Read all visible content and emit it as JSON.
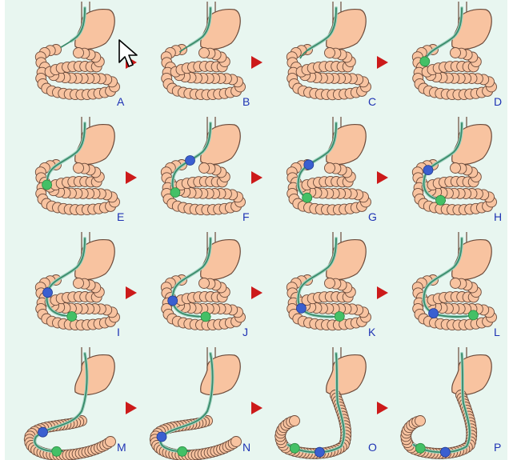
{
  "sequence": {
    "frames": [
      {
        "label": "A",
        "stage": 0
      },
      {
        "label": "B",
        "stage": 1
      },
      {
        "label": "C",
        "stage": 2
      },
      {
        "label": "D",
        "stage": 3
      },
      {
        "label": "E",
        "stage": 4
      },
      {
        "label": "F",
        "stage": 5
      },
      {
        "label": "G",
        "stage": 6
      },
      {
        "label": "H",
        "stage": 7
      },
      {
        "label": "I",
        "stage": 8
      },
      {
        "label": "J",
        "stage": 9
      },
      {
        "label": "K",
        "stage": 10
      },
      {
        "label": "L",
        "stage": 11
      },
      {
        "label": "M",
        "stage": 12
      },
      {
        "label": "N",
        "stage": 13
      },
      {
        "label": "O",
        "stage": 14
      },
      {
        "label": "P",
        "stage": 15
      }
    ]
  },
  "colors": {
    "background": "#e8f6f0",
    "organ_fill": "#f8c3a0",
    "organ_stroke": "#6b4a3a",
    "scope": "#3a8a6a",
    "scope_light": "#9fd3c0",
    "overtube_balloon": "#3a5fd0",
    "scope_balloon": "#44c066",
    "arrow": "#cc1a1a",
    "label": "#1f33b4"
  },
  "icons": {
    "cursor": "mouse-pointer-icon",
    "step_arrow": "next-step-arrow-icon"
  }
}
